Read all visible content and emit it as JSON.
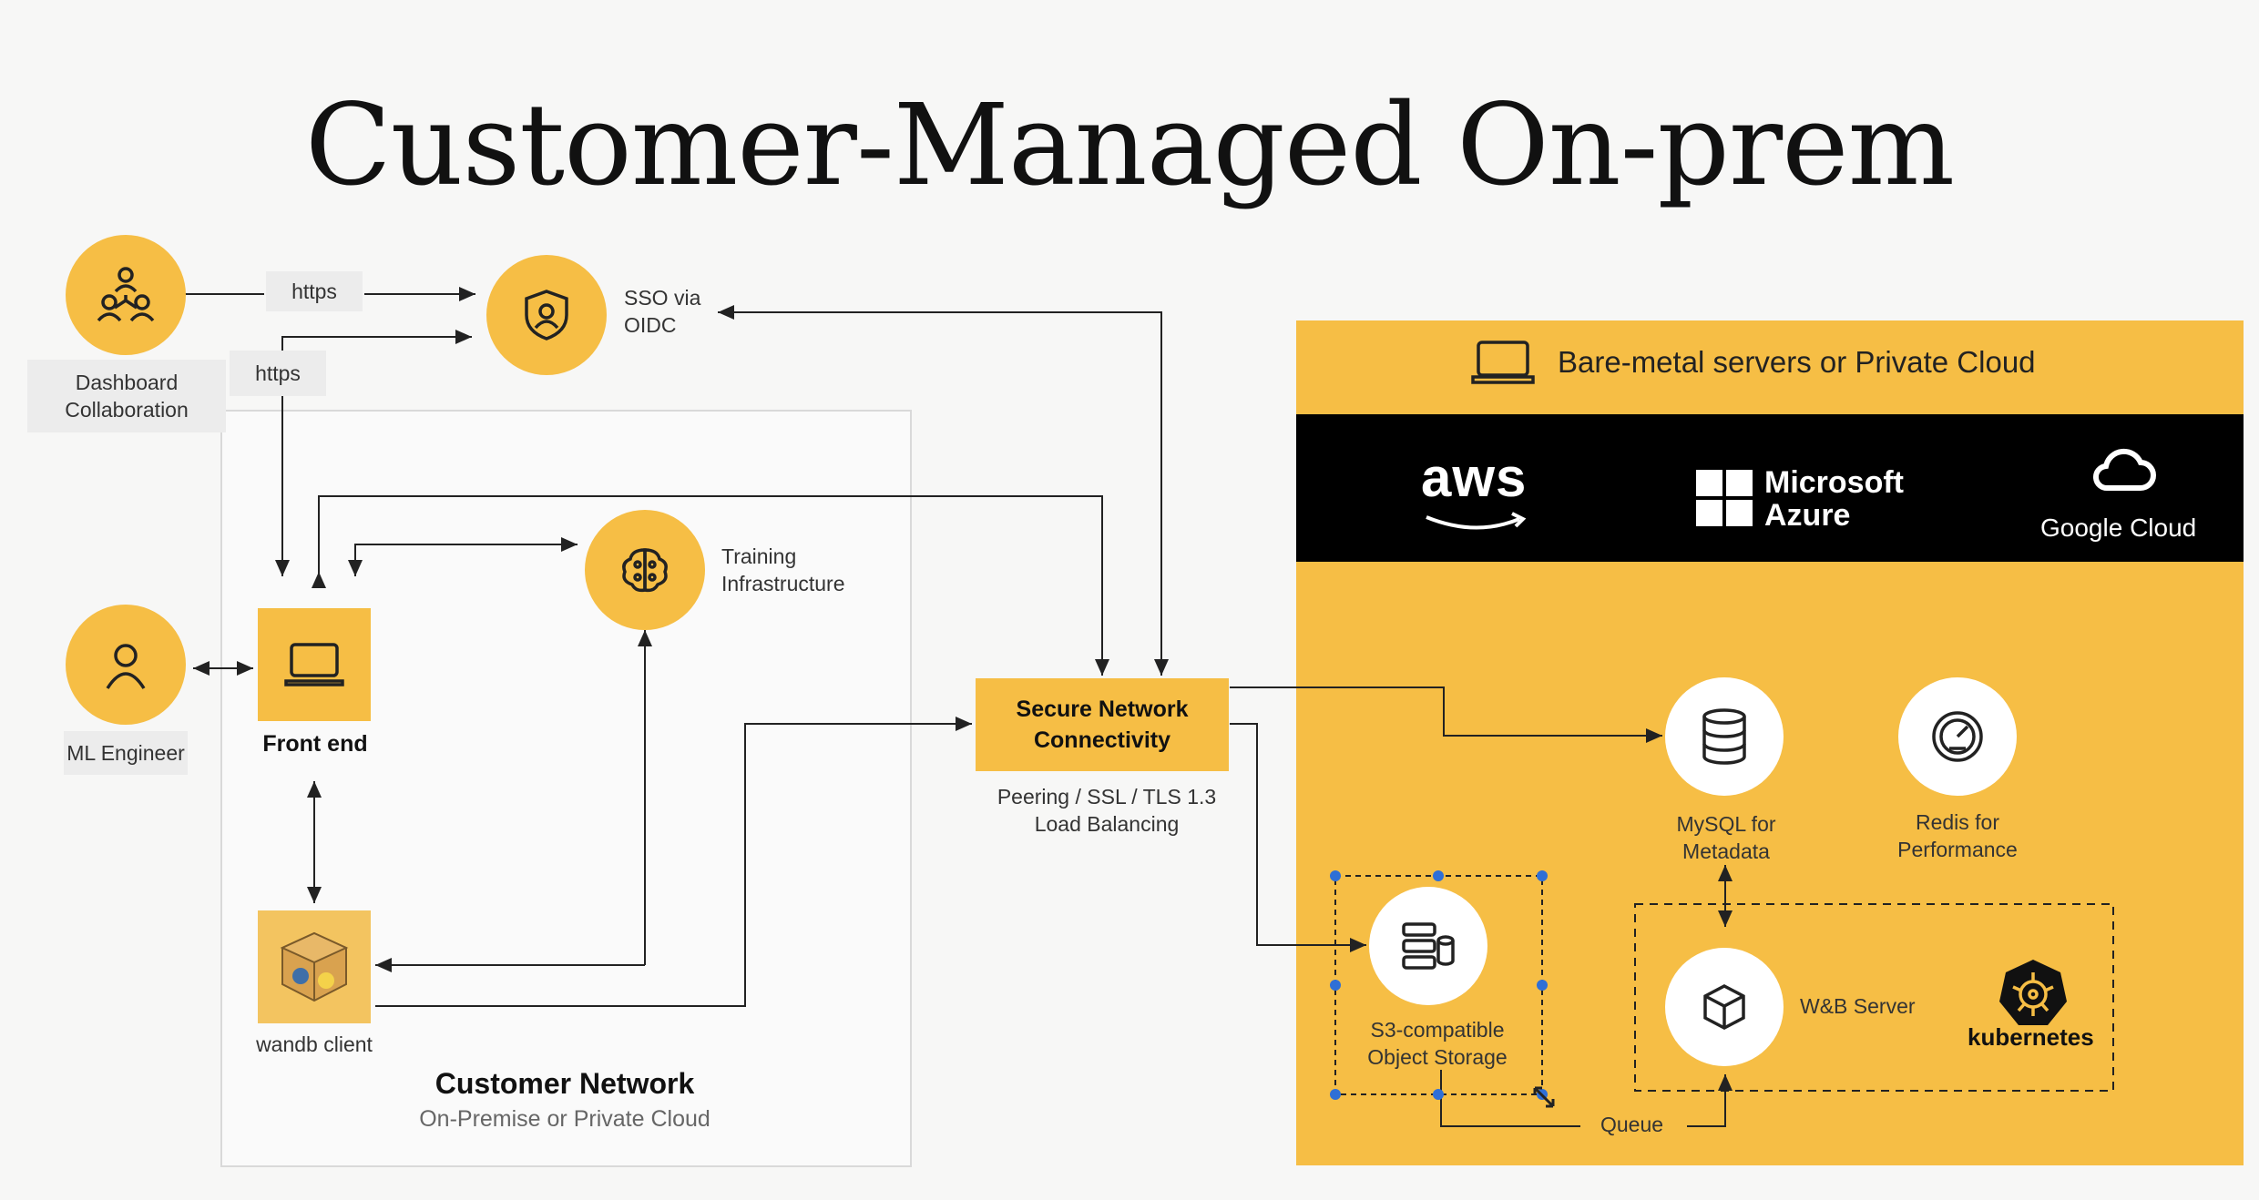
{
  "title": "Customer-Managed On-prem",
  "actors": {
    "dashboard": "Dashboard\nCollaboration",
    "ml_engineer": "ML Engineer"
  },
  "tags": {
    "https_1": "https",
    "https_2": "https"
  },
  "sso": "SSO via\nOIDC",
  "training": "Training\nInfrastructure",
  "front_end": "Front end",
  "wandb_client": "wandb client",
  "customer_network": {
    "title": "Customer Network",
    "subtitle": "On-Premise or Private Cloud"
  },
  "secure_network": {
    "title": "Secure Network\nConnectivity",
    "detail": "Peering / SSL / TLS 1.3\nLoad Balancing"
  },
  "cloud": {
    "header": "Bare-metal servers or Private Cloud",
    "providers": {
      "aws": "aws",
      "azure": "Microsoft\nAzure",
      "google": "Google Cloud"
    },
    "mysql": "MySQL for\nMetadata",
    "redis": "Redis for\nPerformance",
    "s3": "S3-compatible\nObject Storage",
    "wandb_server": "W&B Server",
    "kubernetes": "kubernetes",
    "queue": "Queue"
  },
  "colors": {
    "accent": "#f6be45",
    "dark": "#000000",
    "line": "#222222"
  }
}
